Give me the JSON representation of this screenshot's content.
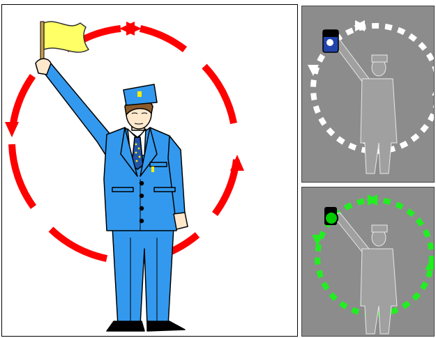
{
  "panels": [
    {
      "id": "main",
      "ring_color": "#ff0000",
      "signal_item": "yellow-flag",
      "flag_color": "#ffff66"
    },
    {
      "id": "top-right",
      "ring_color": "#ffffff",
      "signal_item": "signal-lamp",
      "background": "#8c8c8c"
    },
    {
      "id": "bottom-right",
      "ring_color": "#22ee22",
      "signal_item": "green-signal-lamp",
      "background": "#8c8c8c"
    }
  ],
  "colors": {
    "uniform": "#3399ee",
    "uniform_outline": "#000000",
    "skin": "#ffe8cc",
    "hair": "#8b5a2b",
    "shoes": "#000000",
    "gray_figure": "#9a9a9a"
  }
}
